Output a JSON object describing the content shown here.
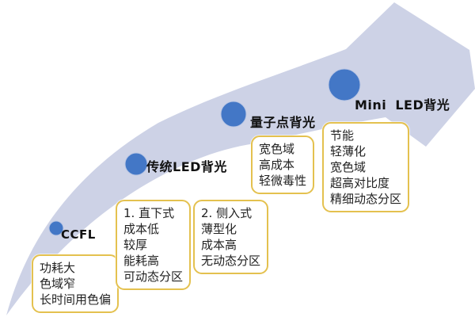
{
  "colors": {
    "arrow_band": "#cdd2e6",
    "milestone_dot": "#4377c6",
    "note_border": "#e4c14f",
    "note_background": "#ffffff",
    "label_text": "#111111",
    "note_text": "#222222"
  },
  "stages": [
    {
      "label": "CCFL",
      "boxes": [
        [
          "功耗大",
          "色域窄",
          "长时间用色偏"
        ]
      ]
    },
    {
      "label": "传统LED背光",
      "boxes": [
        [
          "1. 直下式",
          "成本低",
          "较厚",
          "能耗高",
          "可动态分区"
        ],
        [
          "2. 侧入式",
          "薄型化",
          "成本高",
          "无动态分区"
        ]
      ]
    },
    {
      "label": "量子点背光",
      "boxes": [
        [
          "宽色域",
          "高成本",
          "轻微毒性"
        ]
      ]
    },
    {
      "label": "Mini LED背光",
      "boxes": [
        [
          "节能",
          "轻薄化",
          "宽色域",
          "超高对比度",
          "精细动态分区"
        ]
      ]
    }
  ]
}
